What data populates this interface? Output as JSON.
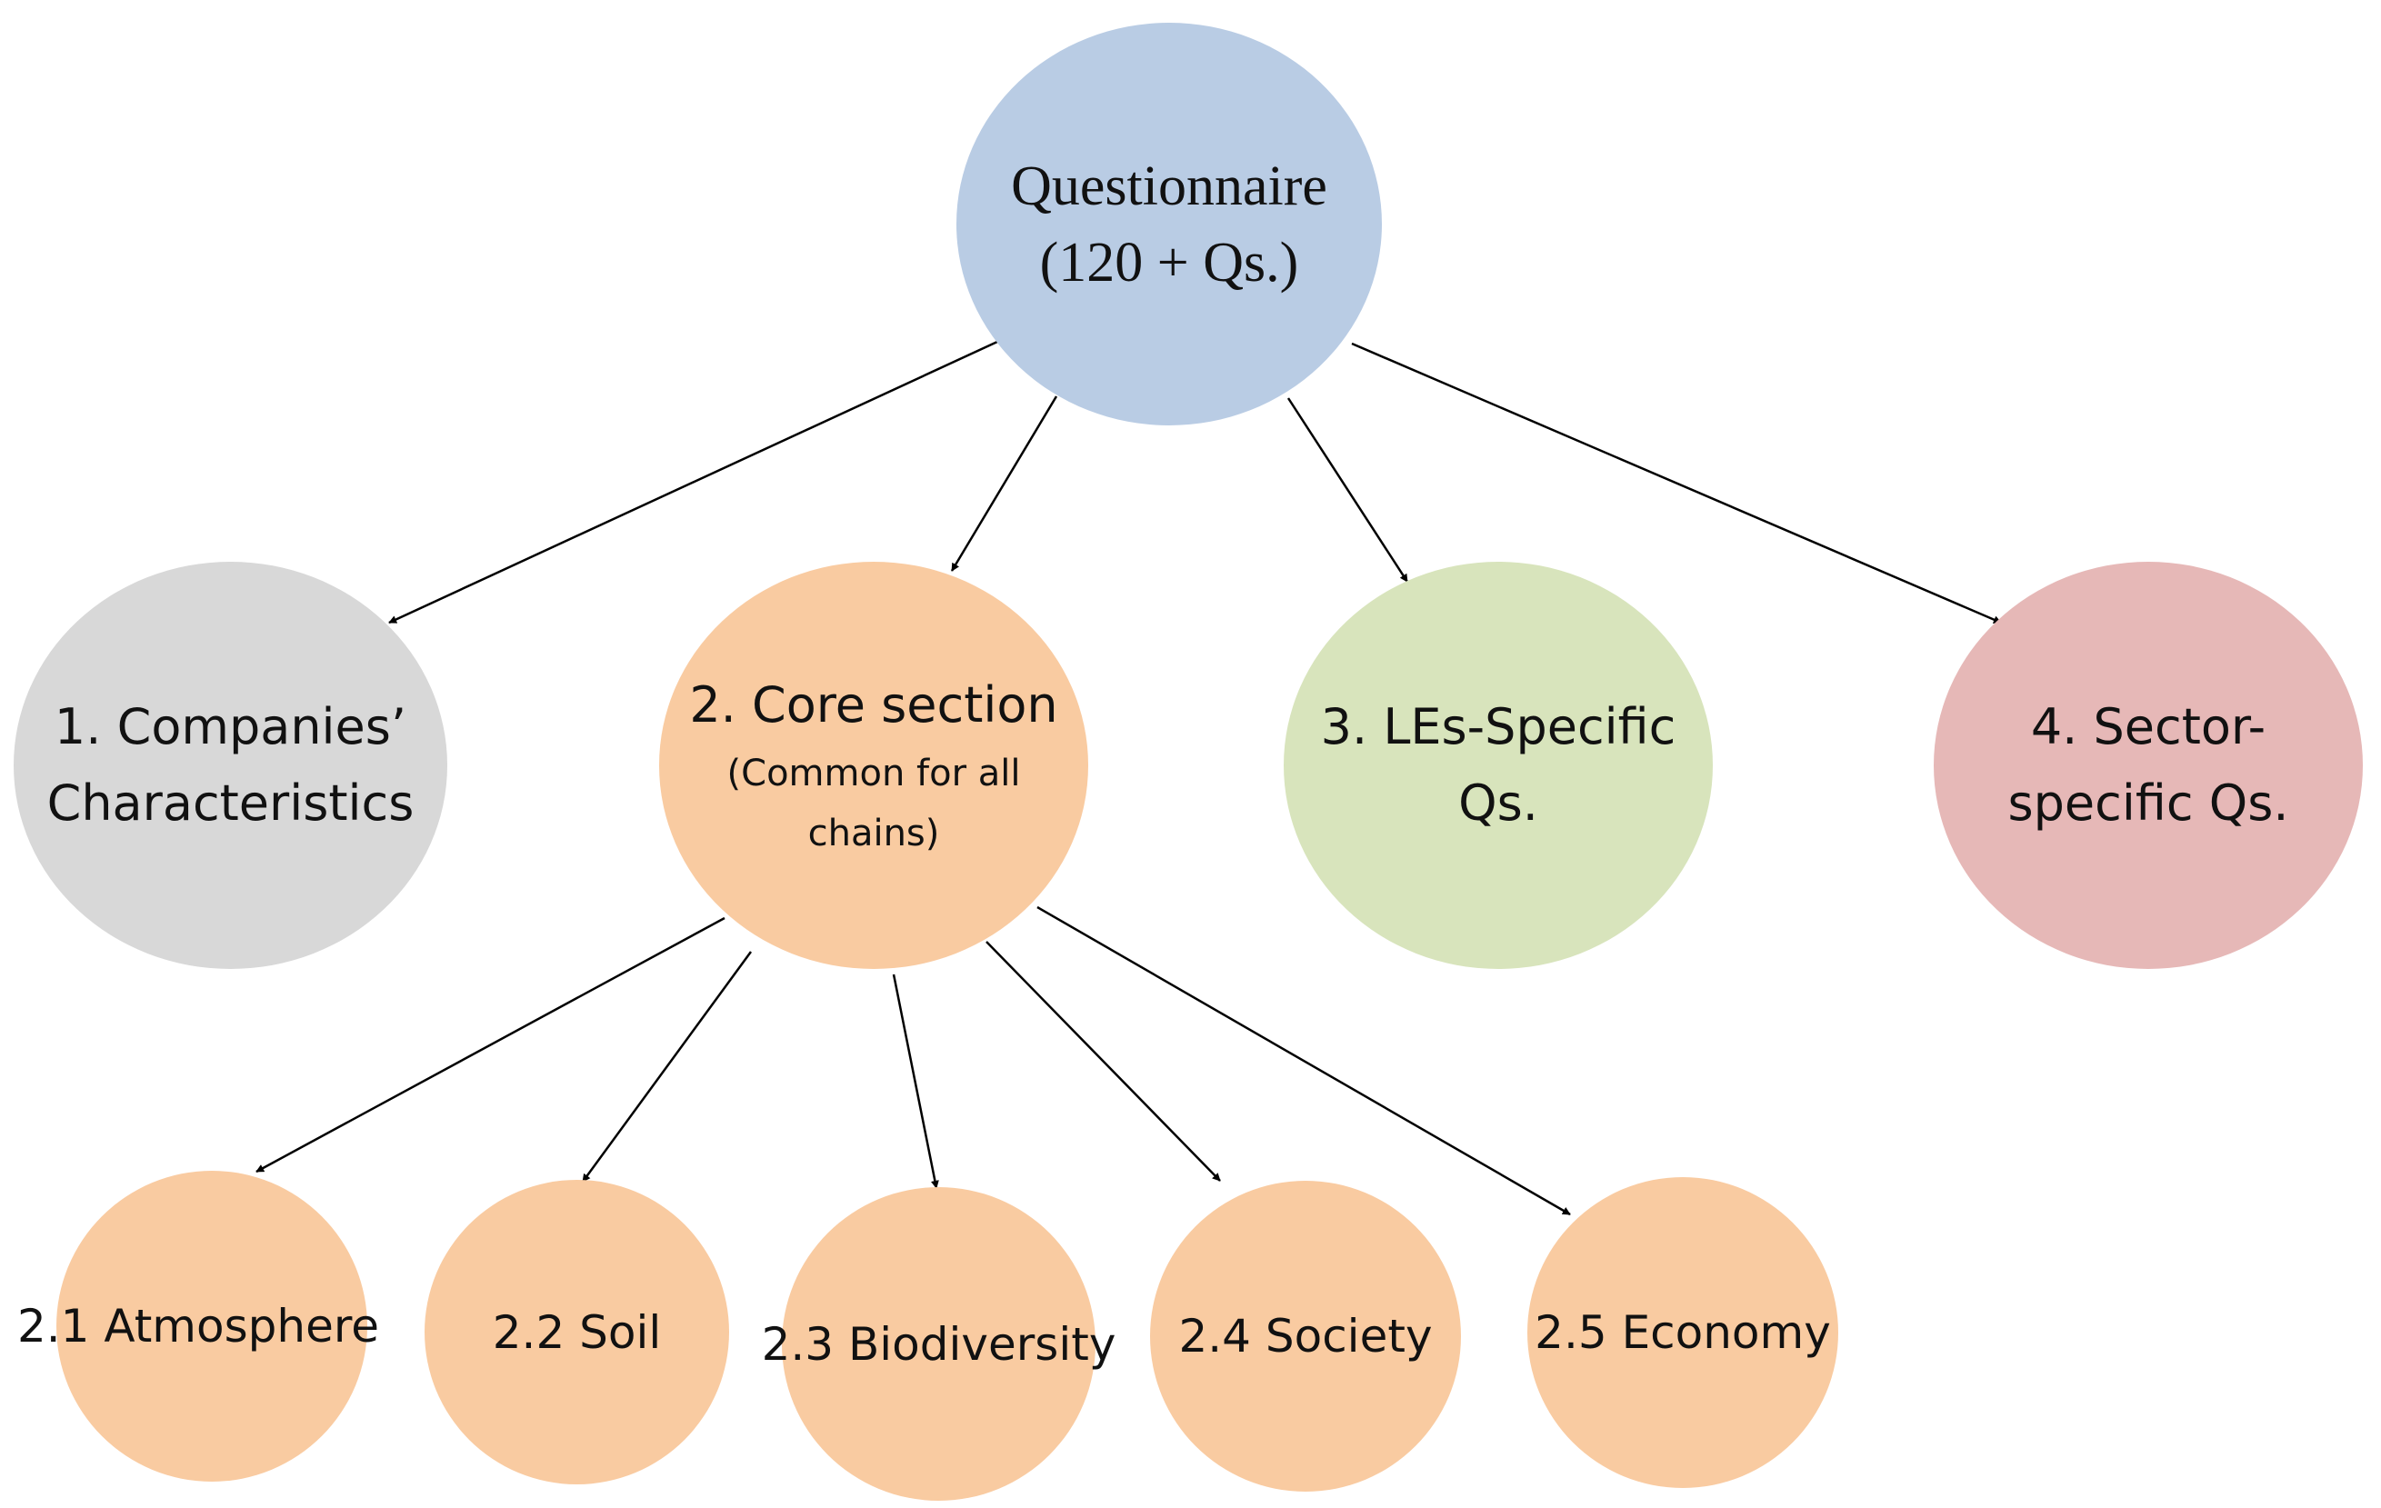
{
  "root": {
    "line1": "Questionnaire",
    "line2": "(120 + Qs.)",
    "color": "#b9cce4"
  },
  "sections": [
    {
      "line1": "1. Companies’",
      "line2": "Characteristics",
      "color": "#d8d8d8"
    },
    {
      "line1": "2. Core section",
      "sub1": "(Common for all",
      "sub2": "chains)",
      "color": "#f9cba1"
    },
    {
      "line1": "3. LEs-Specific",
      "line2": "Qs.",
      "color": "#d8e4bc"
    },
    {
      "line1": "4. Sector-",
      "line2": "specific Qs.",
      "color": "#e6b8b7"
    }
  ],
  "core_subsections": [
    {
      "label": "2.1 Atmosphere",
      "color": "#f9cba1"
    },
    {
      "label": "2.2 Soil",
      "color": "#f9cba1"
    },
    {
      "label": "2.3 Biodiversity",
      "color": "#f9cba1"
    },
    {
      "label": "2.4 Society",
      "color": "#f9cba1"
    },
    {
      "label": "2.5 Economy",
      "color": "#f9cba1"
    }
  ]
}
